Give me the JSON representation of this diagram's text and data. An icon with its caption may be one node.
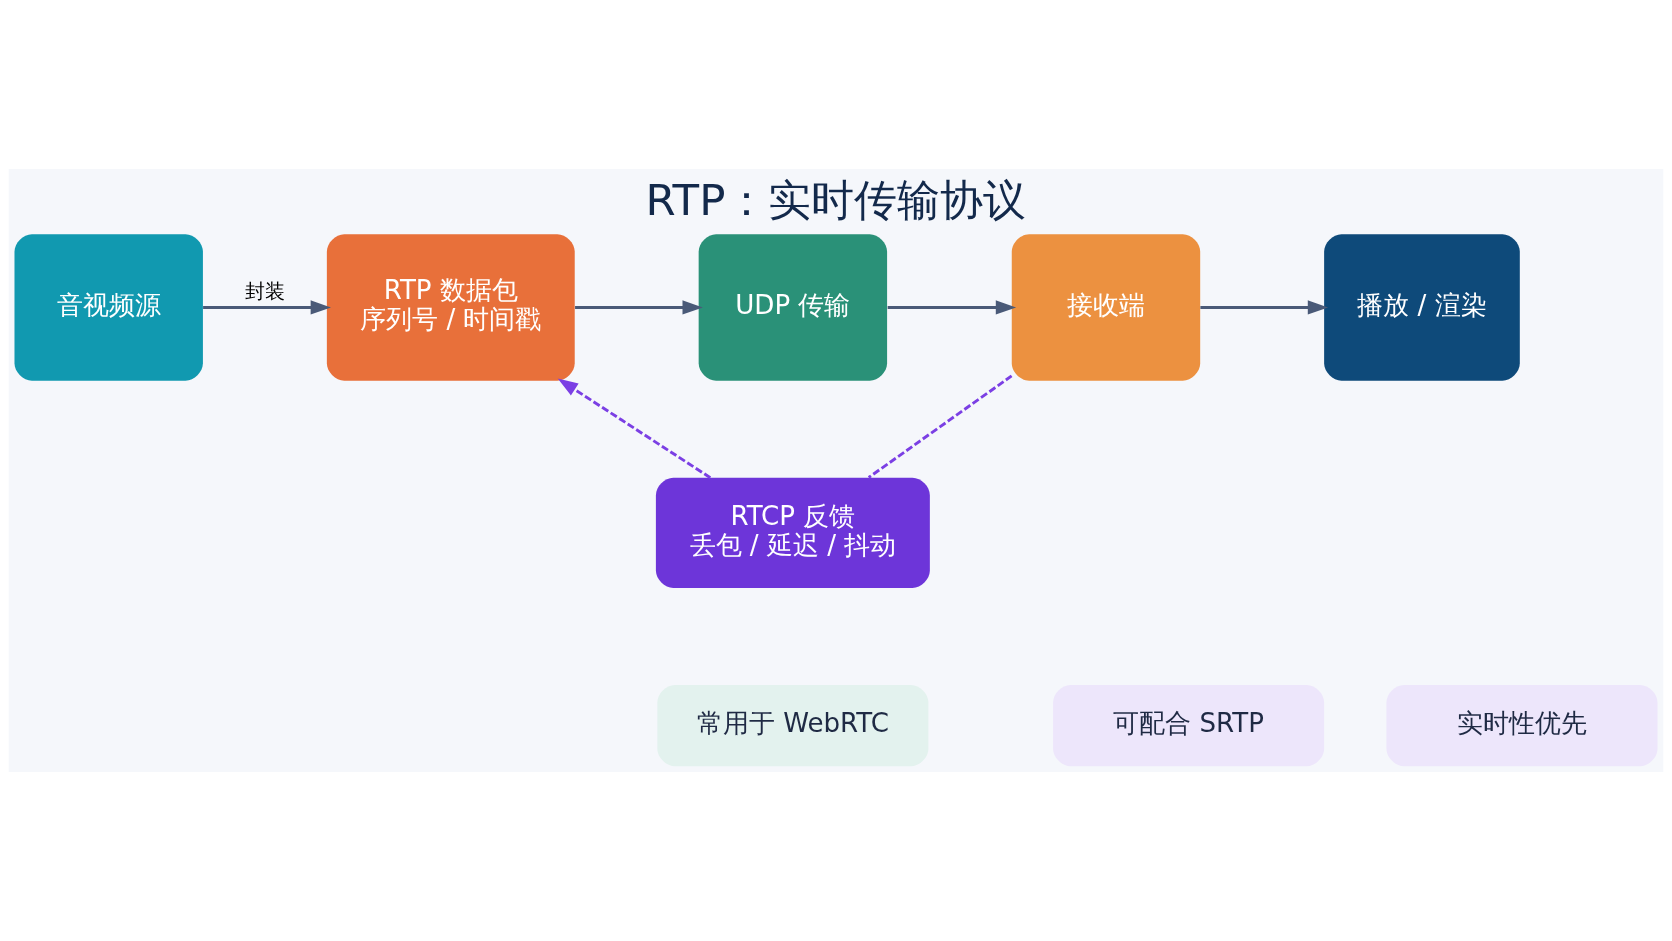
{
  "diagram": {
    "title": "RTP：实时传输协议",
    "nodes": [
      {
        "text": [
          "音视频源"
        ]
      },
      {
        "text": [
          "RTP 数据包",
          "序列号 / 时间戳"
        ]
      },
      {
        "text": [
          "UDP 传输"
        ]
      },
      {
        "text": [
          "接收端"
        ]
      },
      {
        "text": [
          "播放 / 渲染"
        ]
      },
      {
        "text": [
          "RTCP 反馈",
          "丢包 / 延迟 / 抖动"
        ]
      },
      {
        "text": [
          "实时性优先"
        ]
      },
      {
        "text": [
          "常用于 WebRTC"
        ]
      },
      {
        "text": [
          "可配合 SRTP"
        ]
      }
    ],
    "edges": [
      {
        "from": 0,
        "to": 1,
        "arrow": "to",
        "label": "封装"
      },
      {
        "from": 1,
        "to": 2,
        "arrow": "to"
      },
      {
        "from": 2,
        "to": 3,
        "arrow": "to"
      },
      {
        "from": 3,
        "to": 4,
        "arrow": "to"
      },
      {
        "from": 3,
        "to": 5,
        "arrow": "none",
        "style": "dashed",
        "color": "#7b3fe4"
      },
      {
        "from": 5,
        "to": 1,
        "arrow": "to",
        "style": "dashed",
        "color": "#7b3fe4"
      }
    ]
  }
}
